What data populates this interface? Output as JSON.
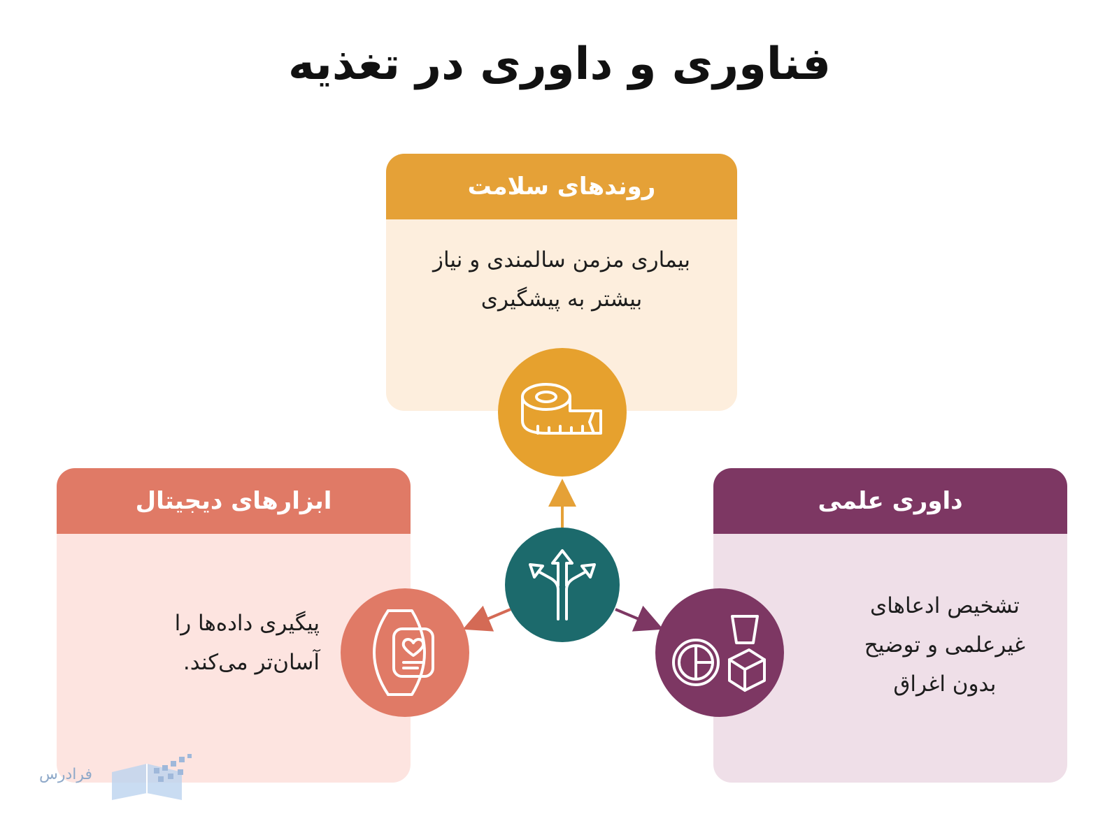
{
  "title": "فناوری و داوری در تغذیه",
  "cards": {
    "health": {
      "heading": "روندهای سلامت",
      "text": "بیماری مزمن سالمندی و نیاز\nبیشتر به پیشگیری",
      "color": "#e5a137",
      "icon": "measuring-tape-icon"
    },
    "digital": {
      "heading": "ابزارهای دیجیتال",
      "text": "پیگیری داده‌ها را\nآسان‌تر می‌کند.",
      "color": "#e07a66",
      "icon": "fitness-tracker-icon"
    },
    "science": {
      "heading": "داوری علمی",
      "text": "تشخیص ادعاهای\nغیرعلمی و توضیح\nبدون اغراق",
      "color": "#7d3763",
      "icon": "food-items-icon"
    }
  },
  "center": {
    "icon": "split-arrows-icon",
    "color": "#1c6a6c"
  },
  "logo": {
    "text": "فرادرس"
  }
}
